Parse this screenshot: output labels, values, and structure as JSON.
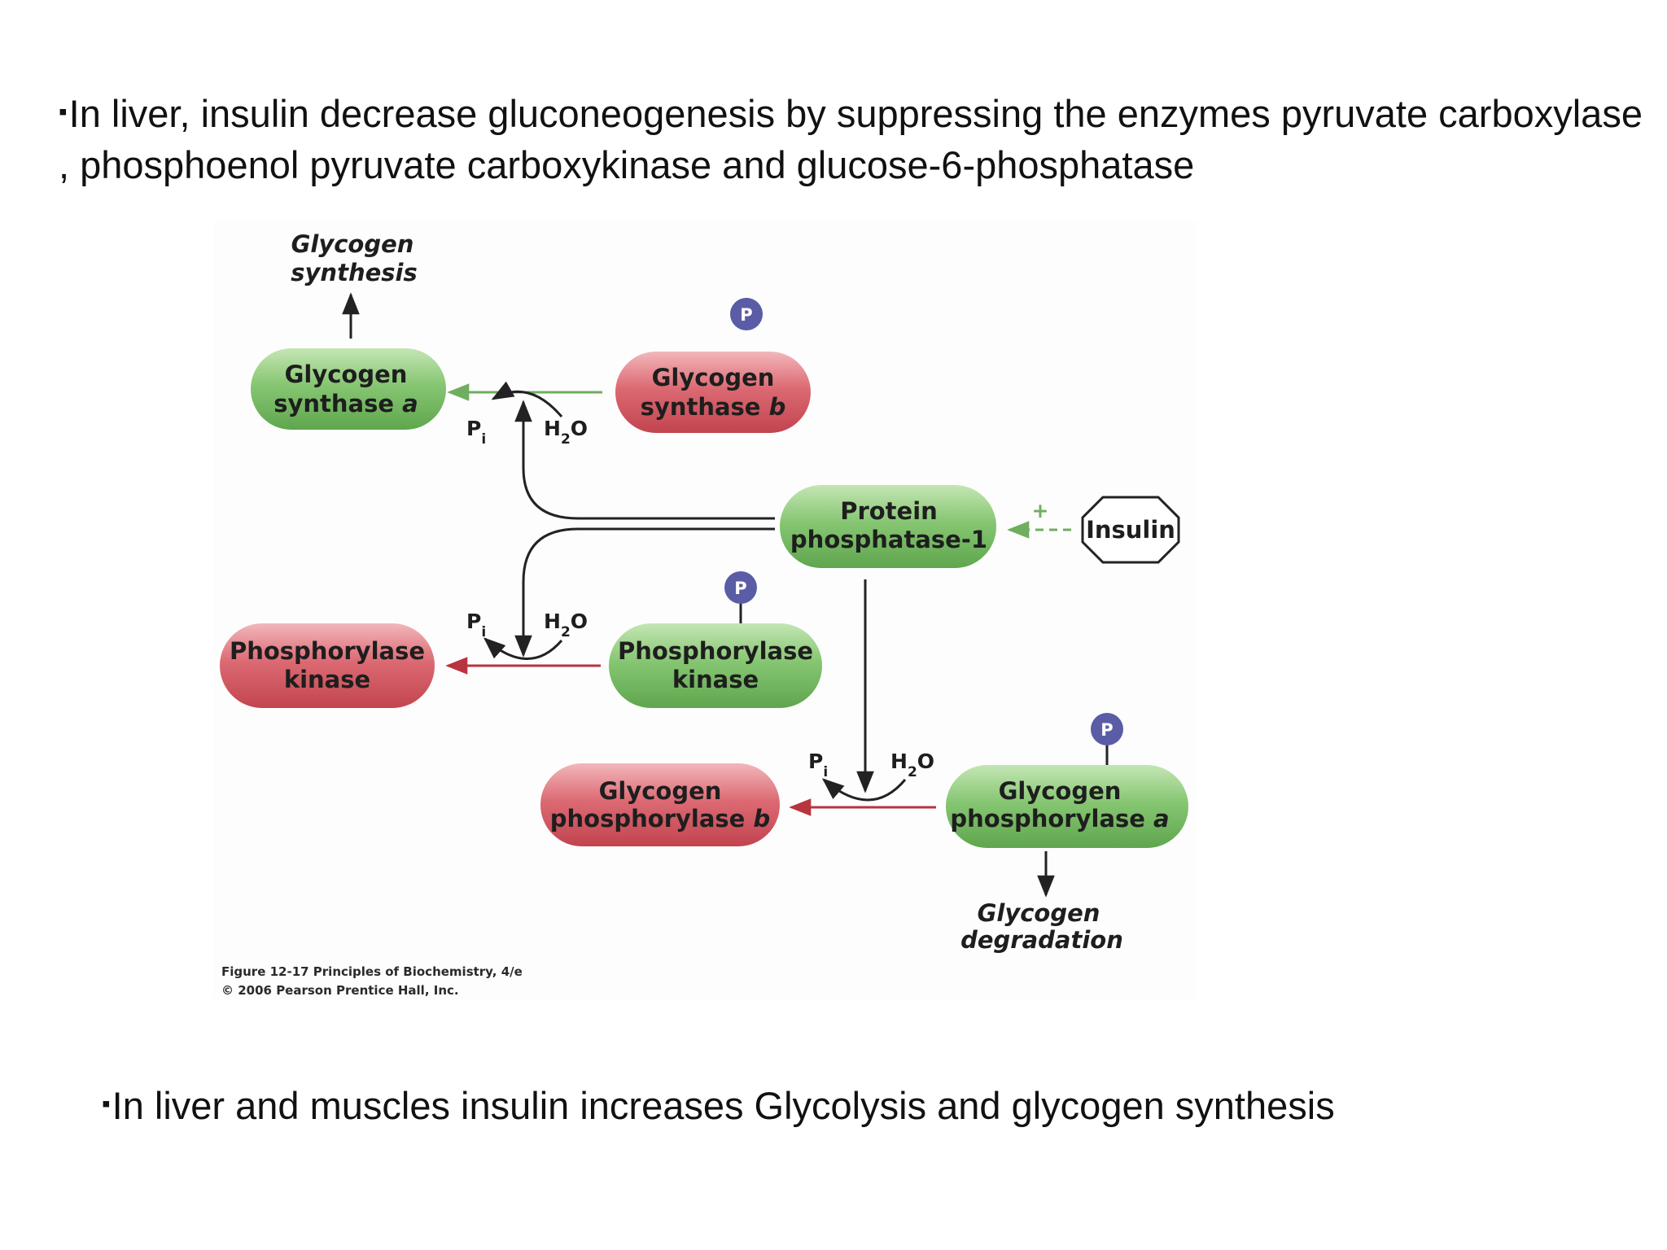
{
  "slide": {
    "bullet_marker": "▪",
    "bullet_1": "In liver, insulin decrease gluconeogenesis by suppressing the enzymes pyruvate carboxylase , phosphoenol pyruvate carboxykinase and glucose-6-phosphatase",
    "bullet_2": "In liver and muscles insulin increases Glycolysis and glycogen synthesis"
  },
  "figure": {
    "nodes": {
      "glycogen_synthase_a": {
        "line1": "Glycogen",
        "line2": "synthase",
        "variant": "a",
        "state": "active"
      },
      "glycogen_synthase_b": {
        "line1": "Glycogen",
        "line2": "synthase",
        "variant": "b",
        "state": "inactive",
        "phosphorylated": true
      },
      "protein_phosphatase_1": {
        "line1": "Protein",
        "line2": "phosphatase-1",
        "state": "active"
      },
      "insulin": {
        "label": "Insulin"
      },
      "phosphorylase_kinase_left": {
        "line1": "Phosphorylase",
        "line2": "kinase",
        "state": "inactive"
      },
      "phosphorylase_kinase_right": {
        "line1": "Phosphorylase",
        "line2": "kinase",
        "state": "active",
        "phosphorylated": true
      },
      "glycogen_phosphorylase_b": {
        "line1": "Glycogen",
        "line2": "phosphorylase",
        "variant": "b",
        "state": "inactive"
      },
      "glycogen_phosphorylase_a": {
        "line1": "Glycogen",
        "line2": "phosphorylase",
        "variant": "a",
        "state": "active",
        "phosphorylated": true
      }
    },
    "outcomes": {
      "synthesis": {
        "line1": "Glycogen",
        "line2": "synthesis"
      },
      "degradation": {
        "line1": "Glycogen",
        "line2": "degradation"
      }
    },
    "reaction_labels": {
      "pi": "P",
      "pi_subscript": "i",
      "water_h": "H",
      "water_2": "2",
      "water_o": "O"
    },
    "phosphate_badge": "P",
    "activation_sign": "+",
    "caption": {
      "line1": "Figure 12-17  Principles of Biochemistry, 4/e",
      "line2": "© 2006 Pearson Prentice Hall, Inc."
    },
    "colors": {
      "active": "#7fc06a",
      "inactive": "#d95f6b",
      "phosphate": "#5b5ca6",
      "active_arrow": "#6fae5f",
      "inactive_arrow": "#b8343f"
    }
  }
}
